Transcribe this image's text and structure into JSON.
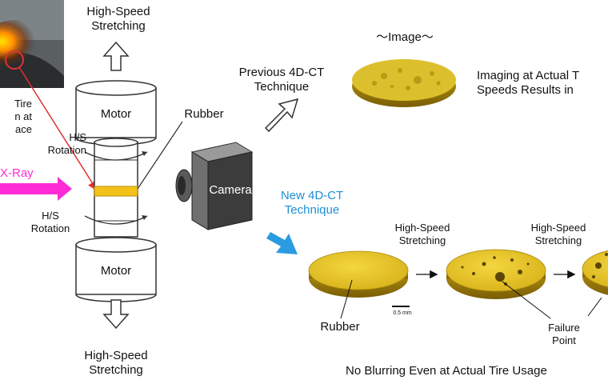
{
  "labels": {
    "top_stretch": [
      "High-Speed",
      "Stretching"
    ],
    "bottom_stretch": [
      "High-Speed",
      "Stretching"
    ],
    "motor_top": "Motor",
    "motor_bottom": "Motor",
    "rotation_top": [
      "H/S",
      "Rotation"
    ],
    "rotation_bottom": [
      "H/S",
      "Rotation"
    ],
    "xray": "X-Ray",
    "tire_caption": [
      "Tire",
      "n at",
      "ace"
    ],
    "rubber_sample": "Rubber",
    "camera": "Camera",
    "image_heading": "～Image～",
    "previous_technique": [
      "Previous 4D-CT",
      "Technique"
    ],
    "imaging_actual": [
      "Imaging at Actual T",
      "Speeds Results in"
    ],
    "new_technique": [
      "New 4D-CT",
      "Technique"
    ],
    "step_stretch_1": [
      "High-Speed",
      "Stretching"
    ],
    "step_stretch_2": [
      "High-Speed",
      "Stretching"
    ],
    "rubber_disc": "Rubber",
    "scale_bar": "0.5 mm",
    "failure_point": [
      "Failure",
      "Point"
    ],
    "no_blurring": "No Blurring Even at Actual Tire Usage"
  },
  "colors": {
    "rubber_yellow": "#e8c21e",
    "rubber_dark": "#8a6d05",
    "xray_magenta": "#ff2bd6",
    "new_blue": "#1e90d6",
    "camera_gray": "#555555",
    "red_pointer": "#e03030"
  },
  "icons": [
    "up-arrow-icon",
    "down-arrow-icon",
    "rotation-arrow-icon",
    "outline-arrow-icon",
    "blue-arrow-icon",
    "camera-icon"
  ]
}
